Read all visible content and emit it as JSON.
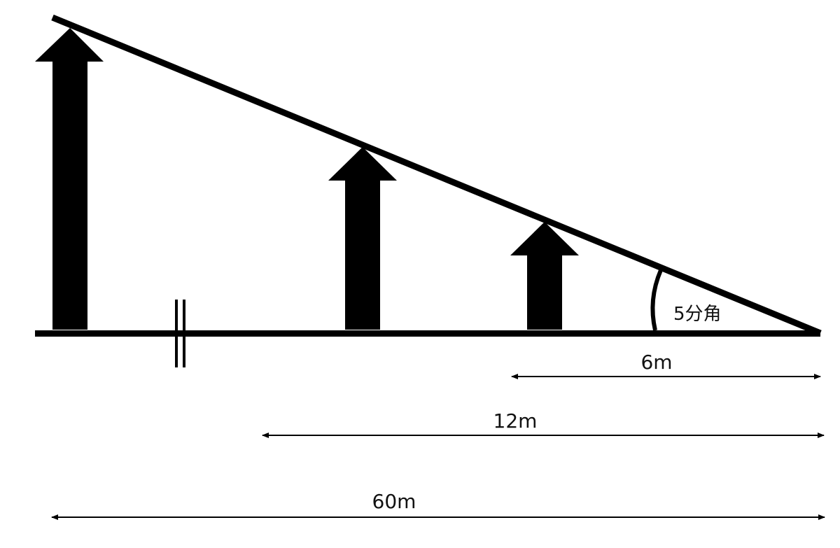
{
  "angle_label": "5分角",
  "distance_labels": {
    "near": "6m",
    "mid": "12m",
    "far": "60m"
  },
  "colors": {
    "stroke": "#000000",
    "background": "#ffffff"
  }
}
